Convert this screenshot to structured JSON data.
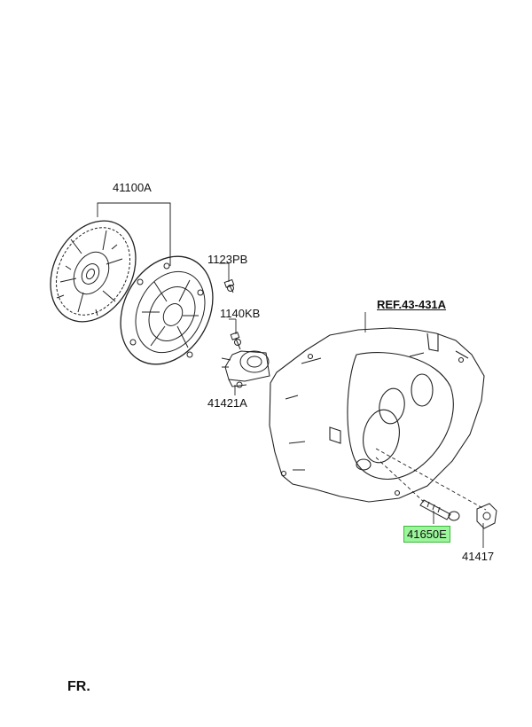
{
  "parts": {
    "clutch_disc_cover": "41100A",
    "bolt_top": "1123PB",
    "bolt_middle": "1140KB",
    "release_cylinder": "41421A",
    "reference": "REF.43-431A",
    "rod_highlighted": "41650E",
    "plate": "41417"
  },
  "orientation": "FR.",
  "colors": {
    "highlight": "#9bf59b",
    "highlight_border": "#3db83d",
    "line": "#111111"
  }
}
